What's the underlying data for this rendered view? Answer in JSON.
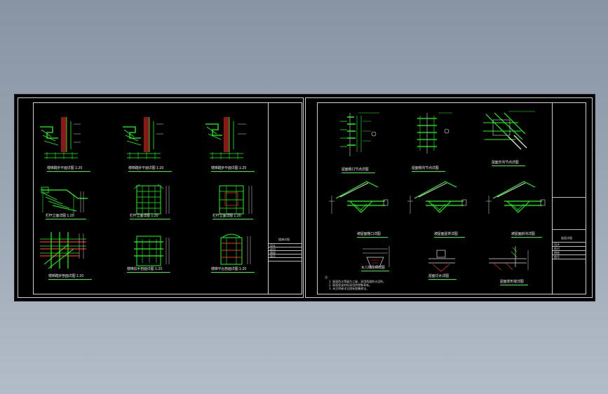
{
  "sheet1": {
    "captions": [
      "楼梯踏步平面详图 1:20",
      "楼梯踏步平面详图 1:20",
      "楼梯踏步平面详图 1:20",
      "栏杆立面详图 1:20",
      "栏杆立面详图 1:20",
      "栏杆立面详图 1:20",
      "楼梯踏步剖面详图 1:20",
      "楼梯扶手剖面详图 1:20",
      "楼梯平台剖面详图 1:20"
    ],
    "titleblock": {
      "title": "楼梯详图",
      "rows": [
        "设计",
        "校对",
        "审核",
        "图号"
      ]
    }
  },
  "sheet2": {
    "captions": [
      "屋面檐口节点详图",
      "屋面檐沟节点详图",
      "屋面天沟节点详图",
      "坡屋面檐口详图",
      "坡屋面屋脊详图",
      "坡屋面斜沟详图",
      "女儿墙压顶详图",
      "屋面泛水详图",
      "屋面变形缝详图"
    ],
    "notes": [
      "注:",
      "1. 屋面防水等级为二级，采用两道防水设防。",
      "2. 屋面保温材料采用挤塑聚苯板。",
      "3. 未注明者详见国标图集做法。"
    ],
    "titleblock": {
      "title": "屋面详图",
      "rows": [
        "设计",
        "校对",
        "审核",
        "图号"
      ]
    }
  }
}
